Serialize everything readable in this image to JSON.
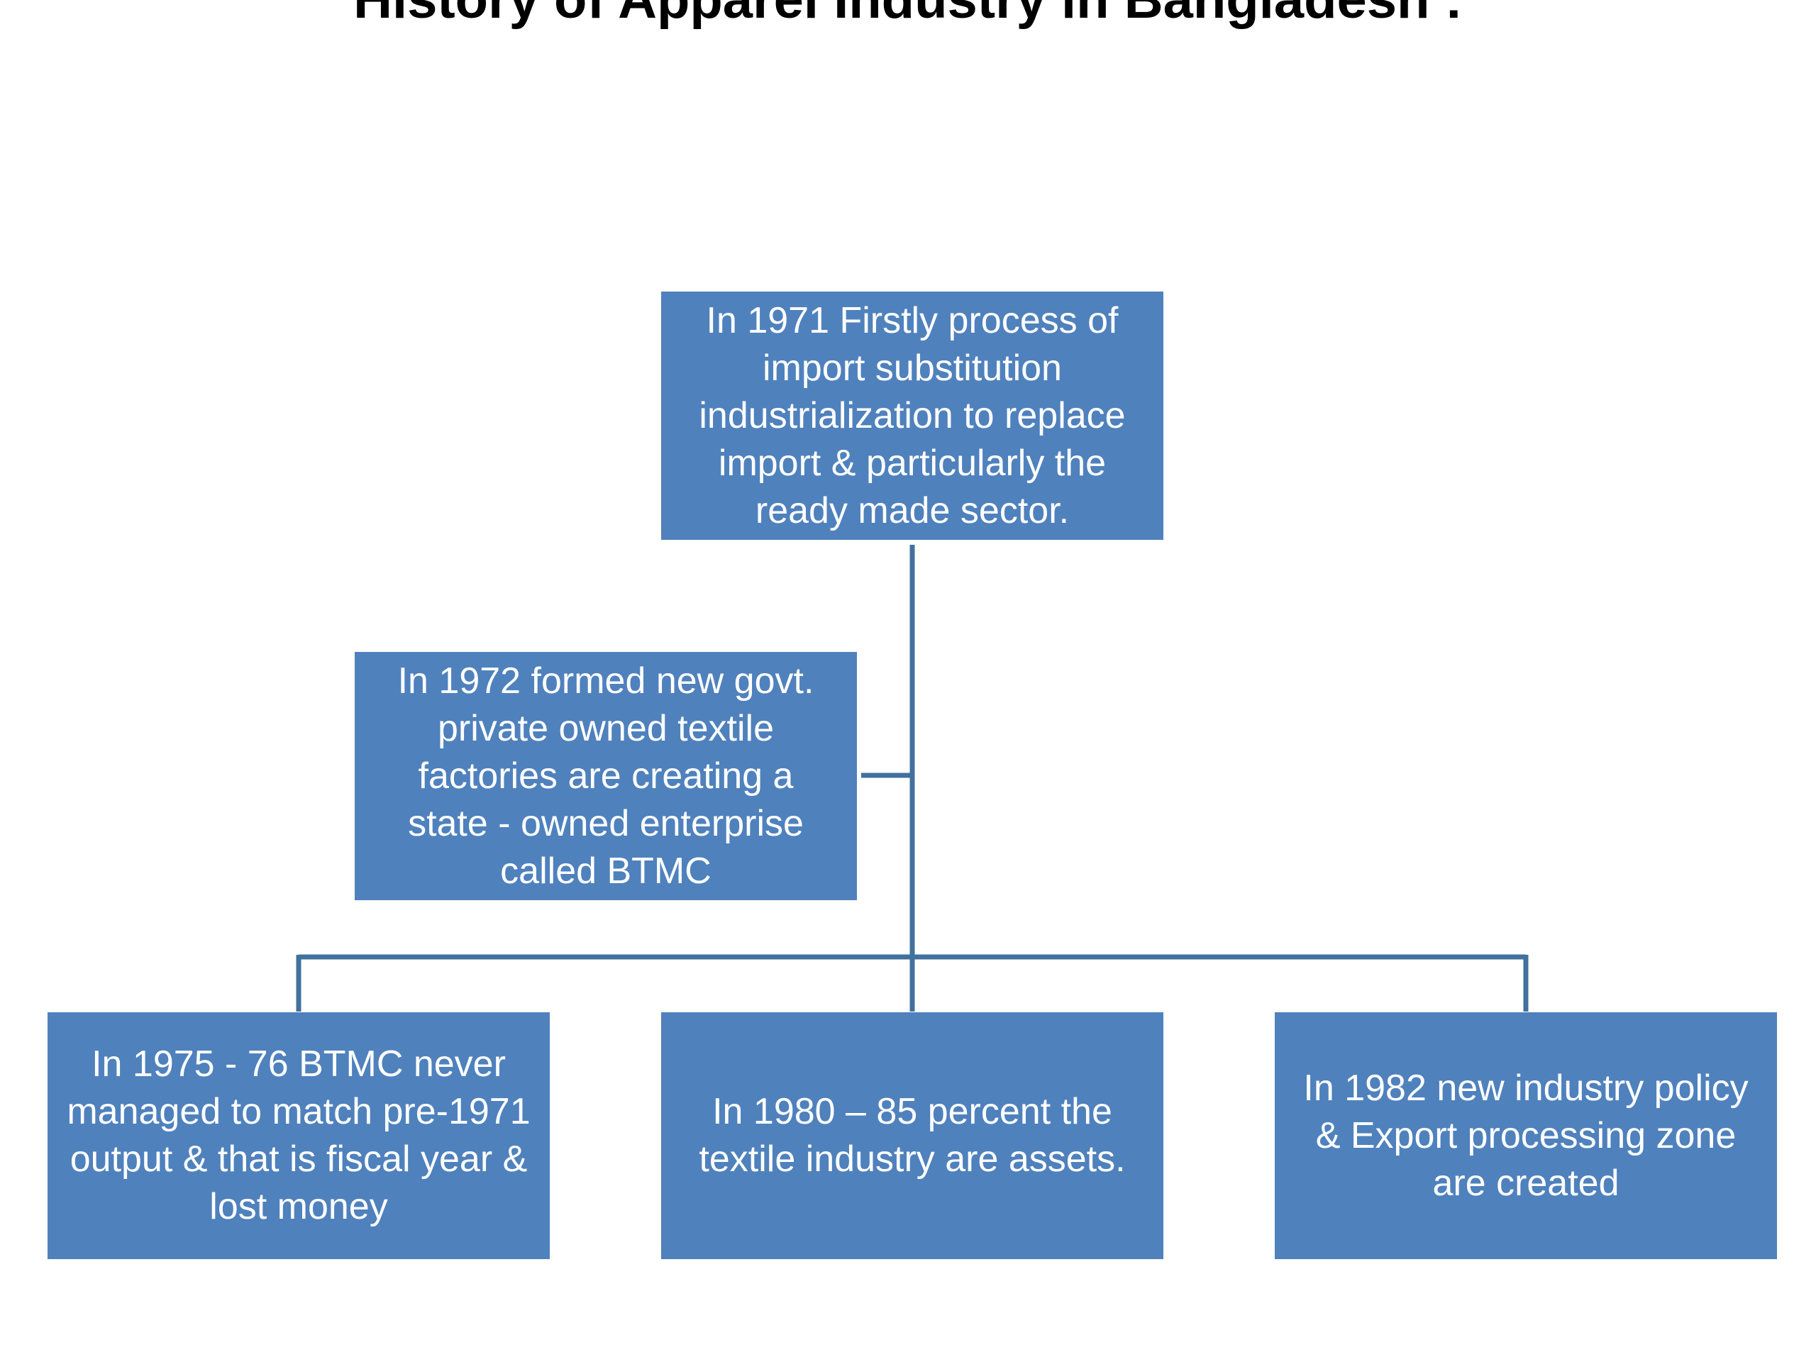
{
  "title": "History of Apparel Industry in Bangladesh :",
  "nodes": {
    "root": "In 1971 Firstly process of\nimport substitution\nindustrialization to replace\nimport & particularly the\nready made sector.",
    "assistant": "In 1972  formed new govt.\nprivate owned textile\nfactories are creating  a\nstate  - owned enterprise\ncalled BTMC",
    "child_1": "In 1975 - 76 BTMC never\nmanaged to match pre-1971\noutput & that is fiscal year &\nlost money",
    "child_2": "In 1980 – 85 percent the\ntextile industry are assets.",
    "child_3": "In 1982 new industry policy\n& Export processing zone\nare created"
  },
  "colors": {
    "box_fill": "#4f81bd",
    "connector": "#41719c",
    "box_text": "#ffffff"
  }
}
